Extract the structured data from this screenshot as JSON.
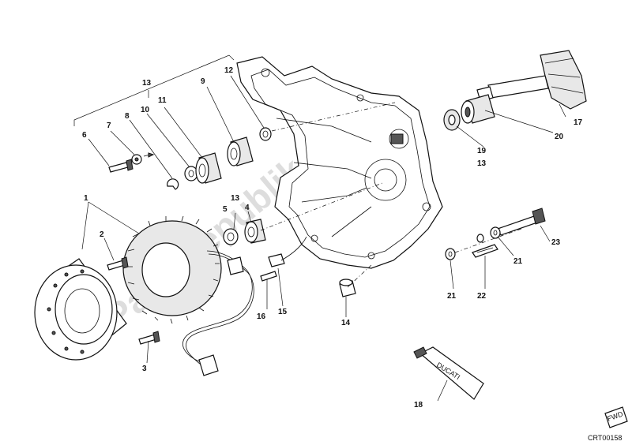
{
  "diagram": {
    "callouts": {
      "c1": "1",
      "c2": "2",
      "c3": "3",
      "c4": "4",
      "c5": "5",
      "c6": "6",
      "c7": "7",
      "c8": "8",
      "c9": "9",
      "c10": "10",
      "c11": "11",
      "c12": "12",
      "c13": "13",
      "c13b": "13",
      "c13c": "13",
      "c14": "14",
      "c15": "15",
      "c16": "16",
      "c17": "17",
      "c18": "18",
      "c19": "19",
      "c20": "20",
      "c21a": "21",
      "c21b": "21",
      "c22": "22",
      "c23": "23"
    },
    "tube_brand": "DUCATI",
    "fwd_badge": "FWD",
    "ref_code": "CRT00158",
    "watermark": "PartsRepublik"
  }
}
